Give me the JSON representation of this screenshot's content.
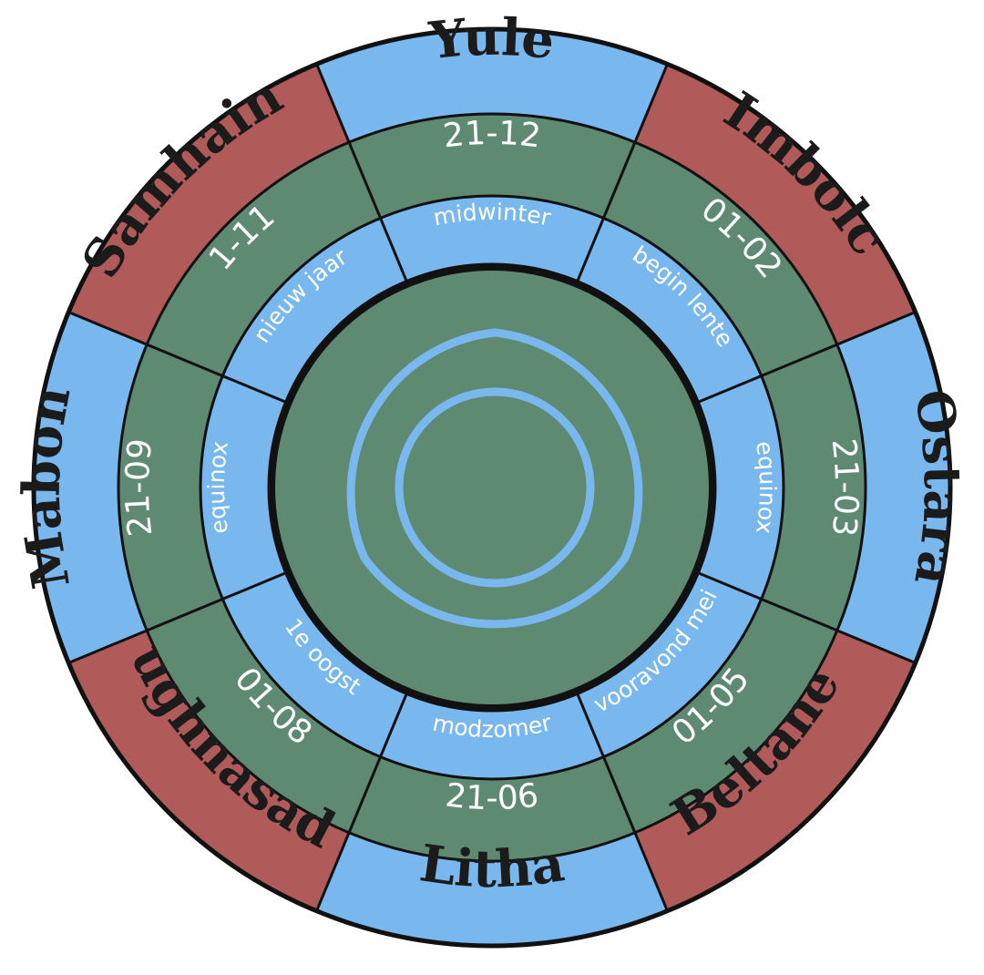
{
  "colors": {
    "outer_red": "#b05a5a",
    "outer_blue": "#78b8ee",
    "green": "#5f8a72",
    "inner_blue": "#78b8ee",
    "center_green": "#5f8a72",
    "symbol": "#78b8ee",
    "outline": "#111111"
  },
  "center": {
    "symbol": "triquetra-icon"
  },
  "festivals": [
    {
      "name": "Yule",
      "date": "21-12",
      "meaning": "midwinter",
      "outer_color": "blue"
    },
    {
      "name": "Imbolc",
      "date": "01-02",
      "meaning": "begin lente",
      "outer_color": "red"
    },
    {
      "name": "Ostara",
      "date": "21-03",
      "meaning": "equinox",
      "outer_color": "blue"
    },
    {
      "name": "Beltane",
      "date": "01-05",
      "meaning": "vooravond mei",
      "outer_color": "red"
    },
    {
      "name": "Litha",
      "date": "21-06",
      "meaning": "modzomer",
      "outer_color": "blue"
    },
    {
      "name": "Lughnasadh",
      "date": "01-08",
      "meaning": "1e oogst",
      "outer_color": "red"
    },
    {
      "name": "Mabon",
      "date": "21-09",
      "meaning": "equinox",
      "outer_color": "blue"
    },
    {
      "name": "Samhain",
      "date": "1-11",
      "meaning": "nieuw jaar",
      "outer_color": "red"
    }
  ]
}
